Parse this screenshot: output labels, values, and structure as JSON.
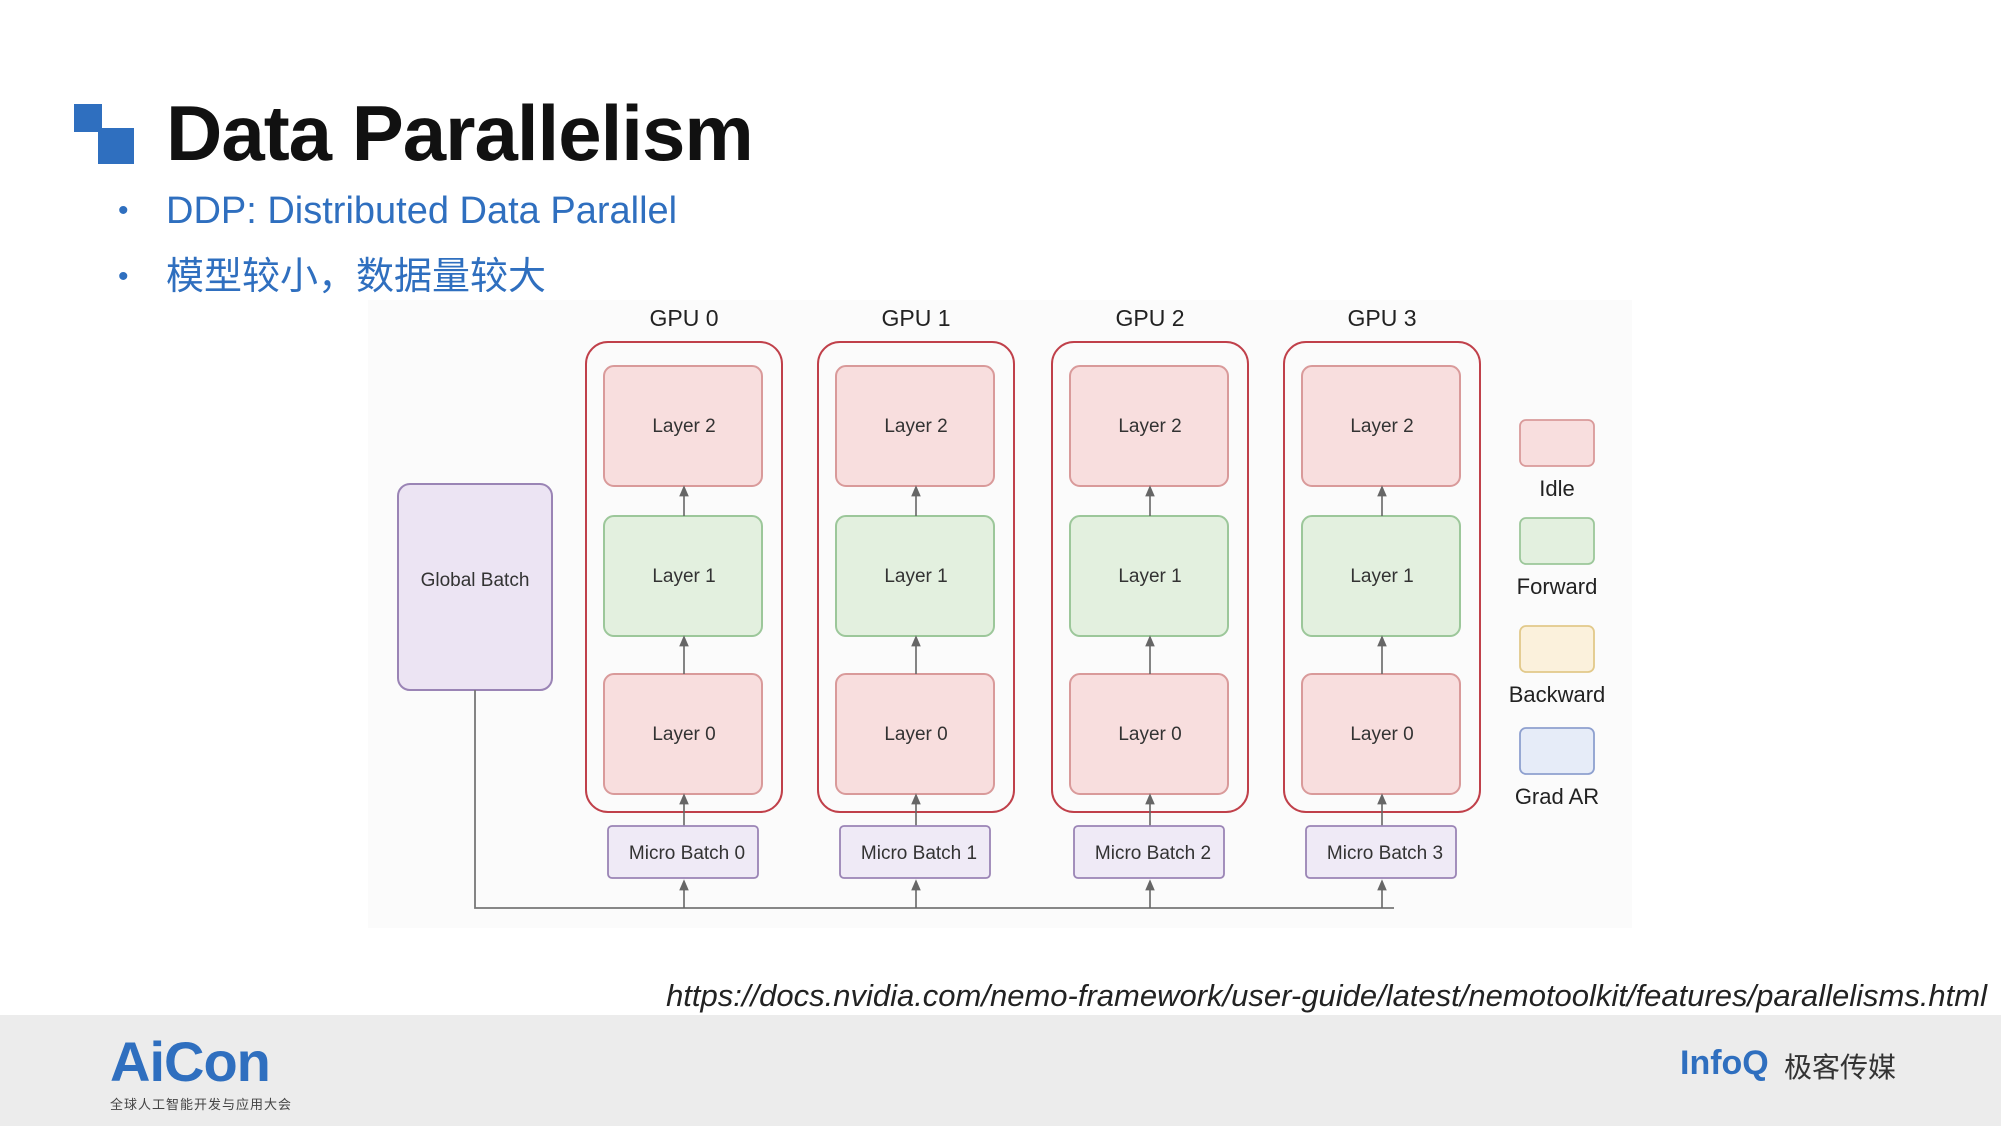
{
  "title": "Data Parallelism",
  "bullets": [
    {
      "dot": "•",
      "text": "DDP: Distributed Data Parallel"
    },
    {
      "dot": "•",
      "text": "模型较小，数据量较大"
    }
  ],
  "diagram": {
    "global_batch": "Global Batch",
    "gpus": [
      {
        "label": "GPU 0",
        "micro_batch": "Micro Batch 0",
        "layers": [
          "Layer 2",
          "Layer 1",
          "Layer 0"
        ]
      },
      {
        "label": "GPU 1",
        "micro_batch": "Micro Batch 1",
        "layers": [
          "Layer 2",
          "Layer 1",
          "Layer 0"
        ]
      },
      {
        "label": "GPU 2",
        "micro_batch": "Micro Batch 2",
        "layers": [
          "Layer 2",
          "Layer 1",
          "Layer 0"
        ]
      },
      {
        "label": "GPU 3",
        "micro_batch": "Micro Batch 3",
        "layers": [
          "Layer 2",
          "Layer 1",
          "Layer 0"
        ]
      }
    ],
    "layer_states": [
      "idle",
      "forward",
      "idle"
    ],
    "legend": [
      {
        "label": "Idle",
        "fill": "#f8dede",
        "stroke": "#d99a9a"
      },
      {
        "label": "Forward",
        "fill": "#e3f0df",
        "stroke": "#9cc79a"
      },
      {
        "label": "Backward",
        "fill": "#fbf1dc",
        "stroke": "#e2c98a"
      },
      {
        "label": "Grad AR",
        "fill": "#e6ecf8",
        "stroke": "#8ea0cf"
      }
    ],
    "colors": {
      "gpu_border": "#c0404a",
      "idle_fill": "#f8dede",
      "idle_stroke": "#d99a9a",
      "forward_fill": "#e3f0df",
      "forward_stroke": "#9cc79a",
      "global_fill": "#ece4f3",
      "global_stroke": "#9a84b5",
      "micro_fill": "#efeaf6",
      "micro_stroke": "#9a84b5"
    }
  },
  "source_url": "https://docs.nvidia.com/nemo-framework/user-guide/latest/nemotoolkit/features/parallelisms.html",
  "footer": {
    "aicon_logo": "AiCon",
    "aicon_sub": "全球人工智能开发与应用大会",
    "infoq": "InfoQ",
    "geek": "极客传媒"
  }
}
